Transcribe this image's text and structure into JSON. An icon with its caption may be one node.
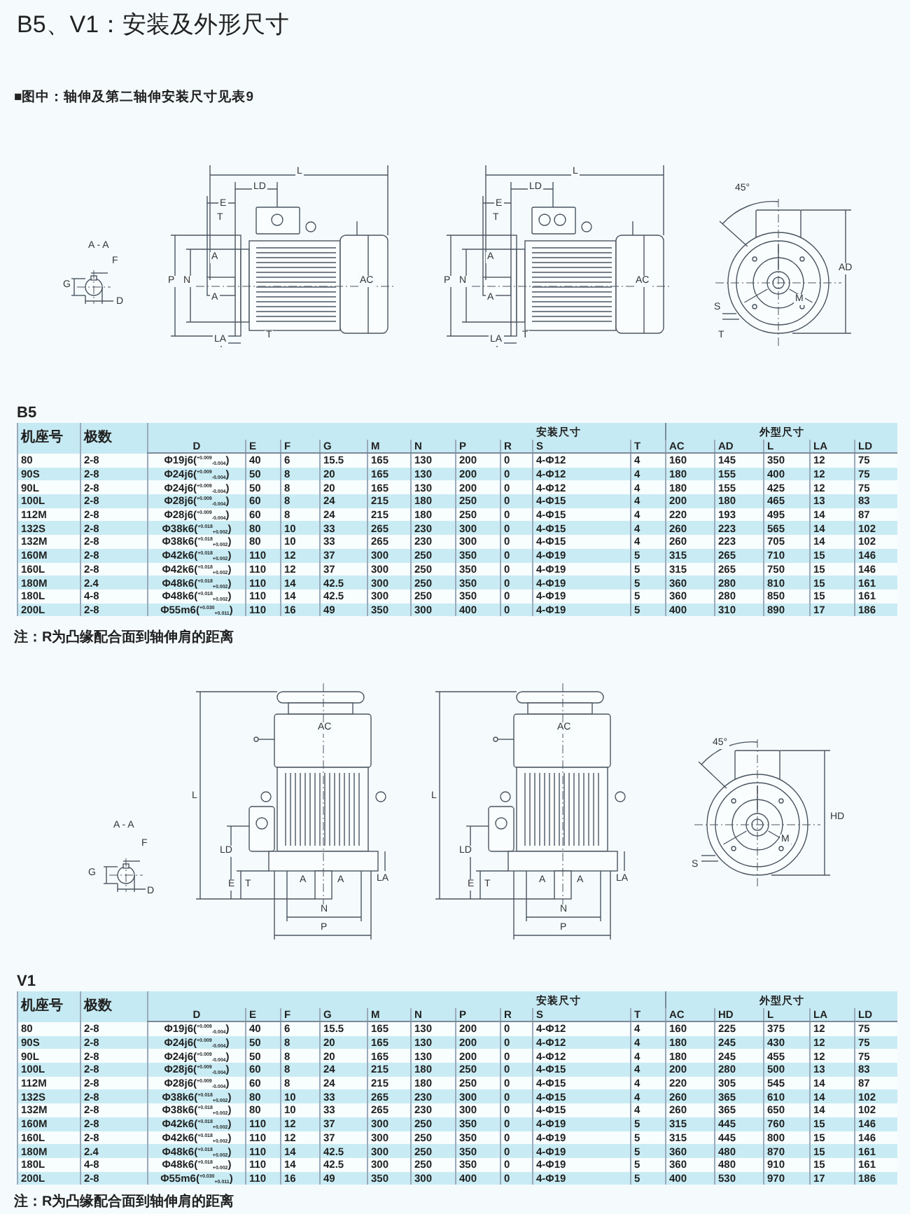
{
  "diagram": {
    "title": "B5、V1：安装及外形尺寸",
    "labels": [
      "■图中：轴伸及第二轴伸安装尺寸见表9",
      "A - A",
      "F",
      "G",
      "D",
      "L",
      "LD",
      "E",
      "T",
      "A",
      "A",
      "P",
      "N",
      "AC",
      "LA",
      "T",
      "L",
      "LD",
      "E",
      "T",
      "A",
      "A",
      "P",
      "N",
      "AC",
      "LA",
      "T",
      "45°",
      "AD",
      "S",
      "M",
      "T",
      "B5",
      "机座号",
      "极数",
      "安装尺寸",
      "外型尺寸",
      "D",
      "E",
      "F",
      "G",
      "M",
      "N",
      "P",
      "R",
      "S",
      "T",
      "AC",
      "AD",
      "L",
      "LA",
      "LD",
      "80",
      "2-8",
      "Φ19j6($^{+0.009}$$_{-0.004}$)",
      "40",
      "6",
      "15.5",
      "165",
      "130",
      "200",
      "0",
      "4-Φ12",
      "4",
      "160",
      "145",
      "350",
      "12",
      "75",
      "90S",
      "2-8",
      "Φ24j6($^{+0.009}$$_{-0.004}$)",
      "50",
      "8",
      "20",
      "165",
      "130",
      "200",
      "0",
      "4-Φ12",
      "4",
      "180",
      "155",
      "400",
      "12",
      "75",
      "90L",
      "2-8",
      "Φ24j6($^{+0.009}$$_{-0.004}$)",
      "50",
      "8",
      "20",
      "165",
      "130",
      "200",
      "0",
      "4-Φ12",
      "4",
      "180",
      "155",
      "425",
      "12",
      "75",
      "100L",
      "2-8",
      "Φ28j6($^{+0.009}$$_{-0.004}$)",
      "60",
      "8",
      "24",
      "215",
      "180",
      "250",
      "0",
      "4-Φ15",
      "4",
      "200",
      "180",
      "465",
      "13",
      "83",
      "112M",
      "2-8",
      "Φ28j6($^{+0.009}$$_{-0.004}$)",
      "60",
      "8",
      "24",
      "215",
      "180",
      "250",
      "0",
      "4-Φ15",
      "4",
      "220",
      "193",
      "495",
      "14",
      "87",
      "132S",
      "2-8",
      "Φ38k6($^{+0.018}$$_{+0.002}$)",
      "80",
      "10",
      "33",
      "265",
      "230",
      "300",
      "0",
      "4-Φ15",
      "4",
      "260",
      "223",
      "565",
      "14",
      "102",
      "132M",
      "2-8",
      "Φ38k6($^{+0.018}$$_{+0.002}$)",
      "80",
      "10",
      "33",
      "265",
      "230",
      "300",
      "0",
      "4-Φ15",
      "4",
      "260",
      "223",
      "705",
      "14",
      "102",
      "160M",
      "2-8",
      "Φ42k6($^{+0.018}$$_{+0.002}$)",
      "110",
      "12",
      "37",
      "300",
      "250",
      "350",
      "0",
      "4-Φ19",
      "5",
      "315",
      "265",
      "710",
      "15",
      "146",
      "160L",
      "2-8",
      "Φ42k6($^{+0.018}$$_{+0.002}$)",
      "110",
      "12",
      "37",
      "300",
      "250",
      "350",
      "0",
      "4-Φ19",
      "5",
      "315",
      "265",
      "750",
      "15",
      "146",
      "180M",
      "2.4",
      "Φ48k6($^{+0.018}$$_{+0.002}$)",
      "110",
      "14",
      "42.5",
      "300",
      "250",
      "350",
      "0",
      "4-Φ19",
      "5",
      "360",
      "280",
      "810",
      "15",
      "161",
      "180L",
      "4-8",
      "Φ48k6($^{+0.018}$$_{+0.002}$)",
      "110",
      "14",
      "42.5",
      "300",
      "250",
      "350",
      "0",
      "4-Φ19",
      "5",
      "360",
      "280",
      "850",
      "15",
      "161",
      "200L",
      "2-8",
      "Φ55m6($^{+0.030}$$_{+0.011}$)",
      "110",
      "16",
      "49",
      "350",
      "300",
      "400",
      "0",
      "4-Φ19",
      "5",
      "400",
      "310",
      "890",
      "17",
      "186",
      "注：R为凸缘配合面到轴伸肩的距离",
      "A - A",
      "F",
      "G",
      "D",
      "L",
      "AC",
      "LD",
      "E",
      "T",
      "A",
      "A",
      "LA",
      "N",
      "P",
      "L",
      "AC",
      "LD",
      "E",
      "T",
      "A",
      "A",
      "LA",
      "N",
      "P",
      "45°",
      "HD",
      "S",
      "M",
      "V1",
      "机座号",
      "极数",
      "安装尺寸",
      "外型尺寸",
      "D",
      "E",
      "F",
      "G",
      "M",
      "N",
      "P",
      "R",
      "S",
      "T",
      "AC",
      "HD",
      "L",
      "LA",
      "LD",
      "80",
      "2-8",
      "Φ19j6($^{+0.009}$$_{-0.004}$)",
      "40",
      "6",
      "15.5",
      "165",
      "130",
      "200",
      "0",
      "4-Φ12",
      "4",
      "160",
      "225",
      "375",
      "12",
      "75",
      "90S",
      "2-8",
      "Φ24j6($^{+0.009}$$_{-0.004}$)",
      "50",
      "8",
      "20",
      "165",
      "130",
      "200",
      "0",
      "4-Φ12",
      "4",
      "180",
      "245",
      "430",
      "12",
      "75",
      "90L",
      "2-8",
      "Φ24j6($^{+0.009}$$_{-0.004}$)",
      "50",
      "8",
      "20",
      "165",
      "130",
      "200",
      "0",
      "4-Φ12",
      "4",
      "180",
      "245",
      "455",
      "12",
      "75",
      "100L",
      "2-8",
      "Φ28j6($^{+0.009}$$_{-0.004}$)",
      "60",
      "8",
      "24",
      "215",
      "180",
      "250",
      "0",
      "4-Φ15",
      "4",
      "200",
      "280",
      "500",
      "13",
      "83",
      "112M",
      "2-8",
      "Φ28j6($^{+0.009}$$_{-0.004}$)",
      "60",
      "8",
      "24",
      "215",
      "180",
      "250",
      "0",
      "4-Φ15",
      "4",
      "220",
      "305",
      "545",
      "14",
      "87",
      "132S",
      "2-8",
      "Φ38k6($^{+0.018}$$_{+0.002}$)",
      "80",
      "10",
      "33",
      "265",
      "230",
      "300",
      "0",
      "4-Φ15",
      "4",
      "260",
      "365",
      "610",
      "14",
      "102",
      "132M",
      "2-8",
      "Φ38k6($^{+0.018}$$_{+0.002}$)",
      "80",
      "10",
      "33",
      "265",
      "230",
      "300",
      "0",
      "4-Φ15",
      "4",
      "260",
      "365",
      "650",
      "14",
      "102",
      "160M",
      "2-8",
      "Φ42k6($^{+0.018}$$_{+0.002}$)",
      "110",
      "12",
      "37",
      "300",
      "250",
      "350",
      "0",
      "4-Φ19",
      "5",
      "315",
      "445",
      "760",
      "15",
      "146",
      "160L",
      "2-8",
      "Φ42k6($^{+0.018}$$_{+0.002}$)",
      "110",
      "12",
      "37",
      "300",
      "250",
      "350",
      "0",
      "4-Φ19",
      "5",
      "315",
      "445",
      "800",
      "15",
      "146",
      "180M",
      "2.4",
      "Φ48k6($^{+0.018}$$_{+0.002}$)",
      "110",
      "14",
      "42.5",
      "300",
      "250",
      "350",
      "0",
      "4-Φ19",
      "5",
      "360",
      "480",
      "870",
      "15",
      "161",
      "180L",
      "4-8",
      "Φ48k6($^{+0.018}$$_{+0.002}$)",
      "110",
      "14",
      "42.5",
      "300",
      "250",
      "350",
      "0",
      "4-Φ19",
      "5",
      "360",
      "480",
      "910",
      "15",
      "161",
      "200L",
      "2-8",
      "Φ55m6($^{+0.030}$$_{+0.011}$)",
      "110",
      "16",
      "49",
      "350",
      "300",
      "400",
      "0",
      "4-Φ19",
      "5",
      "400",
      "530",
      "970",
      "17",
      "186",
      "注：R为凸缘配合面到轴伸肩的距离"
    ]
  }
}
